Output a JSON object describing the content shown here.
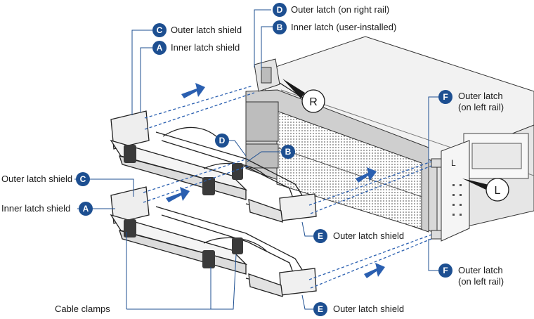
{
  "callouts": [
    {
      "id": "D",
      "text": "Outer latch (on right rail)"
    },
    {
      "id": "B",
      "text": "Inner latch (user-installed)"
    },
    {
      "id": "C",
      "text": "Outer latch shield"
    },
    {
      "id": "A",
      "text": "Inner latch shield"
    },
    {
      "id": "F",
      "line1": "Outer latch",
      "line2": "(on left rail)"
    },
    {
      "id": "C2",
      "badge": "C",
      "text": "Outer latch shield"
    },
    {
      "id": "A2",
      "badge": "A",
      "text": "Inner latch shield"
    },
    {
      "id": "E",
      "text": "Outer latch shield"
    },
    {
      "id": "F2",
      "badge": "F",
      "line1": "Outer latch",
      "line2": "(on left rail)"
    },
    {
      "id": "E2",
      "badge": "E",
      "text": "Outer latch shield"
    },
    {
      "id": "D2",
      "badge": "D"
    },
    {
      "id": "B2",
      "badge": "B"
    }
  ],
  "cable_clamps_label": "Cable clamps",
  "side_markers": {
    "right": "R",
    "left": "L"
  },
  "rail_mark": "L",
  "colors": {
    "badge": "#1d4f91",
    "line": "#1d4f91",
    "arrow": "#2a5fb0",
    "dash": "#2a5fb0"
  }
}
